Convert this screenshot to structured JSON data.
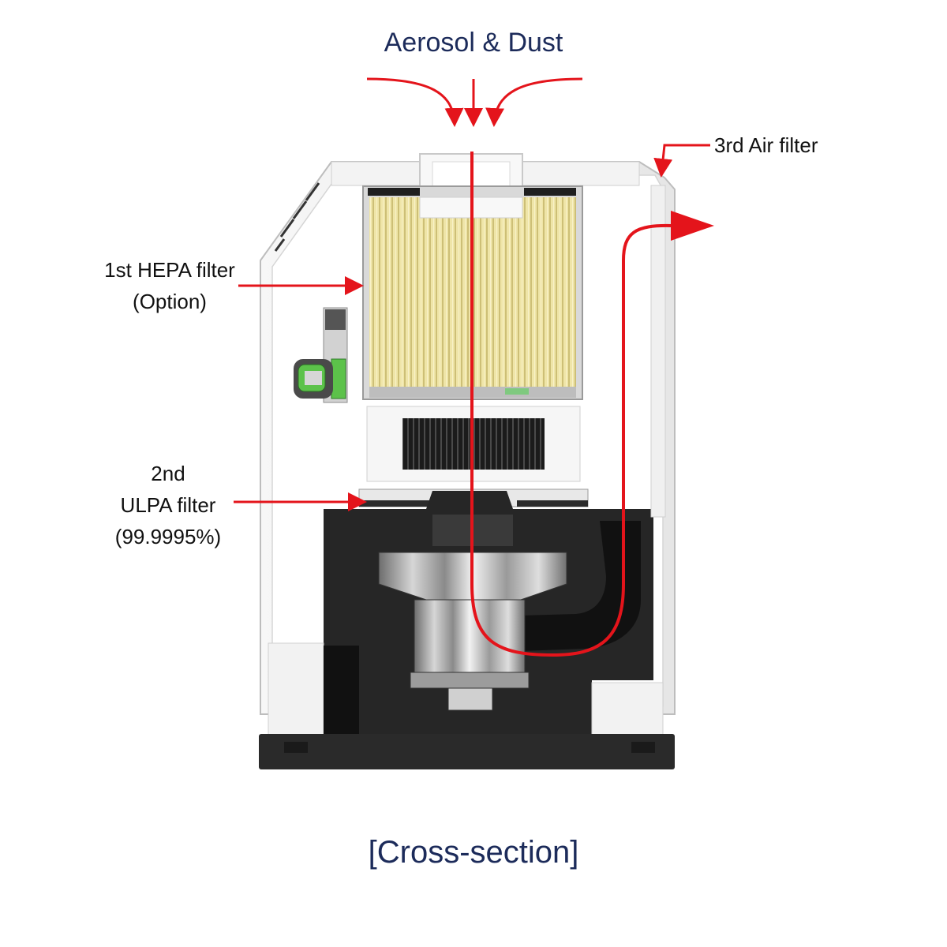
{
  "title": "Aerosol & Dust",
  "caption": "[Cross-section]",
  "labels": {
    "hepa": {
      "line1": "1st HEPA filter",
      "line2": "(Option)"
    },
    "ulpa": {
      "line1": "2nd",
      "line2": "ULPA filter",
      "line3": "(99.9995%)"
    },
    "air": {
      "line1": "3rd Air filter"
    }
  },
  "colors": {
    "title": "#1c2b5a",
    "airflow": "#e4141b",
    "hepa_filter": "#ebe0a0",
    "housing_dark": "#262626",
    "board": "#5cc24a"
  }
}
